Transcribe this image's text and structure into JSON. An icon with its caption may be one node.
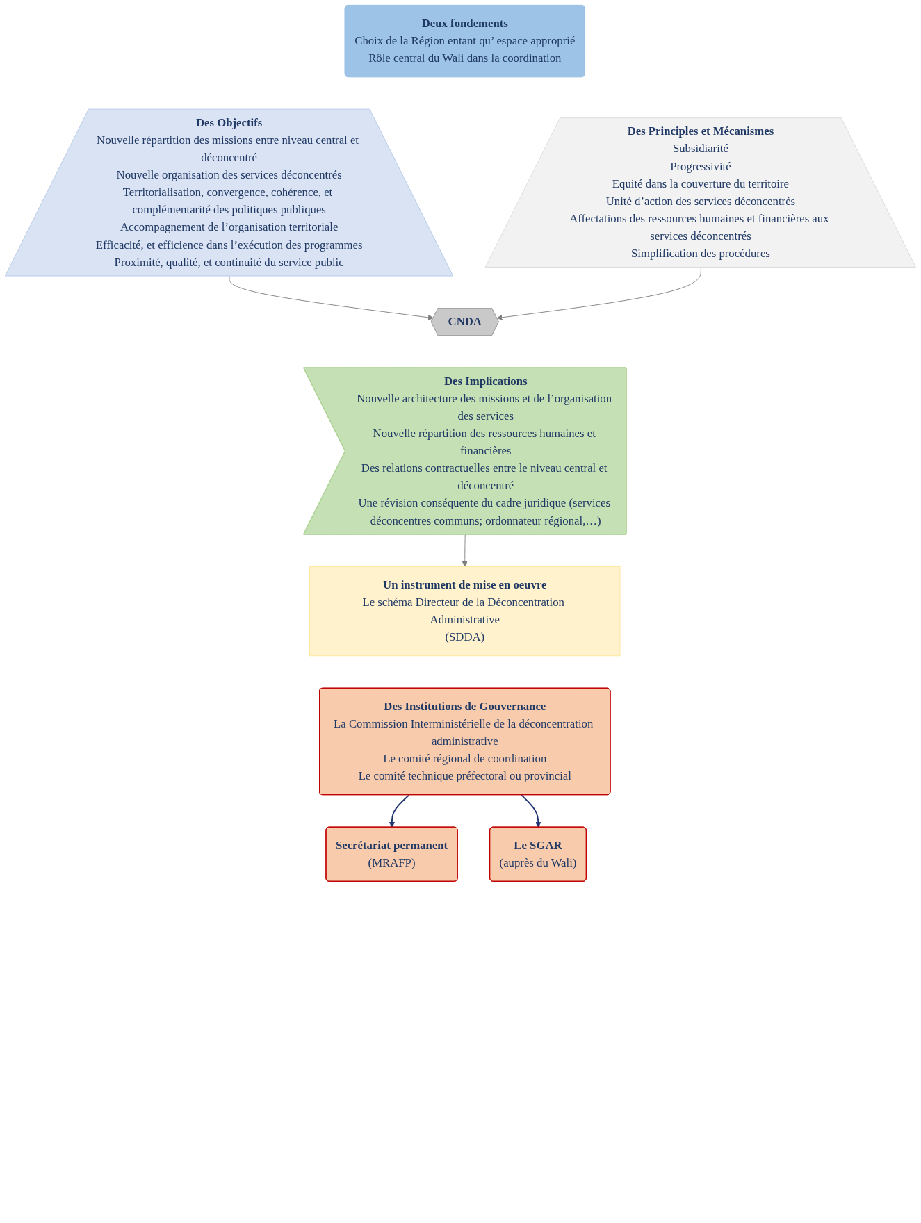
{
  "diagram": {
    "nodes": [
      {
        "text": [
          "Deux fondements",
          "Choix de la Région entant qu’ espace approprié",
          "Rôle central du Wali dans la coordination"
        ]
      },
      {
        "text": [
          "Des Objectifs",
          "Nouvelle répartition des missions entre niveau central et déconcentré",
          "Nouvelle organisation des services déconcentrés",
          "Territorialisation, convergence, cohérence, et complémentarité des politiques publiques",
          "Accompagnement de l’organisation territoriale",
          "Efficacité, et efficience dans l’exécution des programmes",
          "Proximité, qualité, et continuité du service public"
        ]
      },
      {
        "text": [
          "Des Principles et Mécanismes",
          "Subsidiarité",
          "Progressivité",
          "Equité dans la couverture du territoire",
          "Unité d’action des services déconcentrés",
          "Affectations des ressources humaines et financières aux services déconcentrés",
          "Simplification des procédures"
        ]
      },
      {
        "text": [
          "CNDA"
        ]
      },
      {
        "text": [
          "Des Implications",
          "Nouvelle architecture des missions et de l’organisation des services",
          "Nouvelle répartition des ressources humaines et financières",
          "Des relations contractuelles entre le niveau central et déconcentré",
          "Une révision conséquente du cadre juridique (services déconcentres communs; ordonnateur régional,…)"
        ]
      },
      {
        "text": [
          "Un instrument de mise en oeuvre",
          "Le schéma Directeur de la Déconcentration Administrative",
          "(SDDA)"
        ]
      },
      {
        "text": [
          "Des Institutions de Gouvernance",
          "La Commission Interministérielle de la déconcentration administrative",
          "Le comité régional de coordination",
          "Le comité technique préfectoral ou provincial"
        ]
      },
      {
        "text": [
          "Secrétariat permanent",
          "(MRAFP)"
        ]
      },
      {
        "text": [
          "Le SGAR",
          "(auprès du Wali)"
        ]
      }
    ],
    "edges": [
      {
        "from": 1,
        "to": 3,
        "arrow": "to"
      },
      {
        "from": 2,
        "to": 3,
        "arrow": "to"
      },
      {
        "from": 4,
        "to": 5,
        "arrow": "to"
      },
      {
        "from": 6,
        "to": 7,
        "arrow": "to",
        "color": "#1f3370"
      },
      {
        "from": 6,
        "to": 8,
        "arrow": "to",
        "color": "#1f3370"
      }
    ]
  }
}
